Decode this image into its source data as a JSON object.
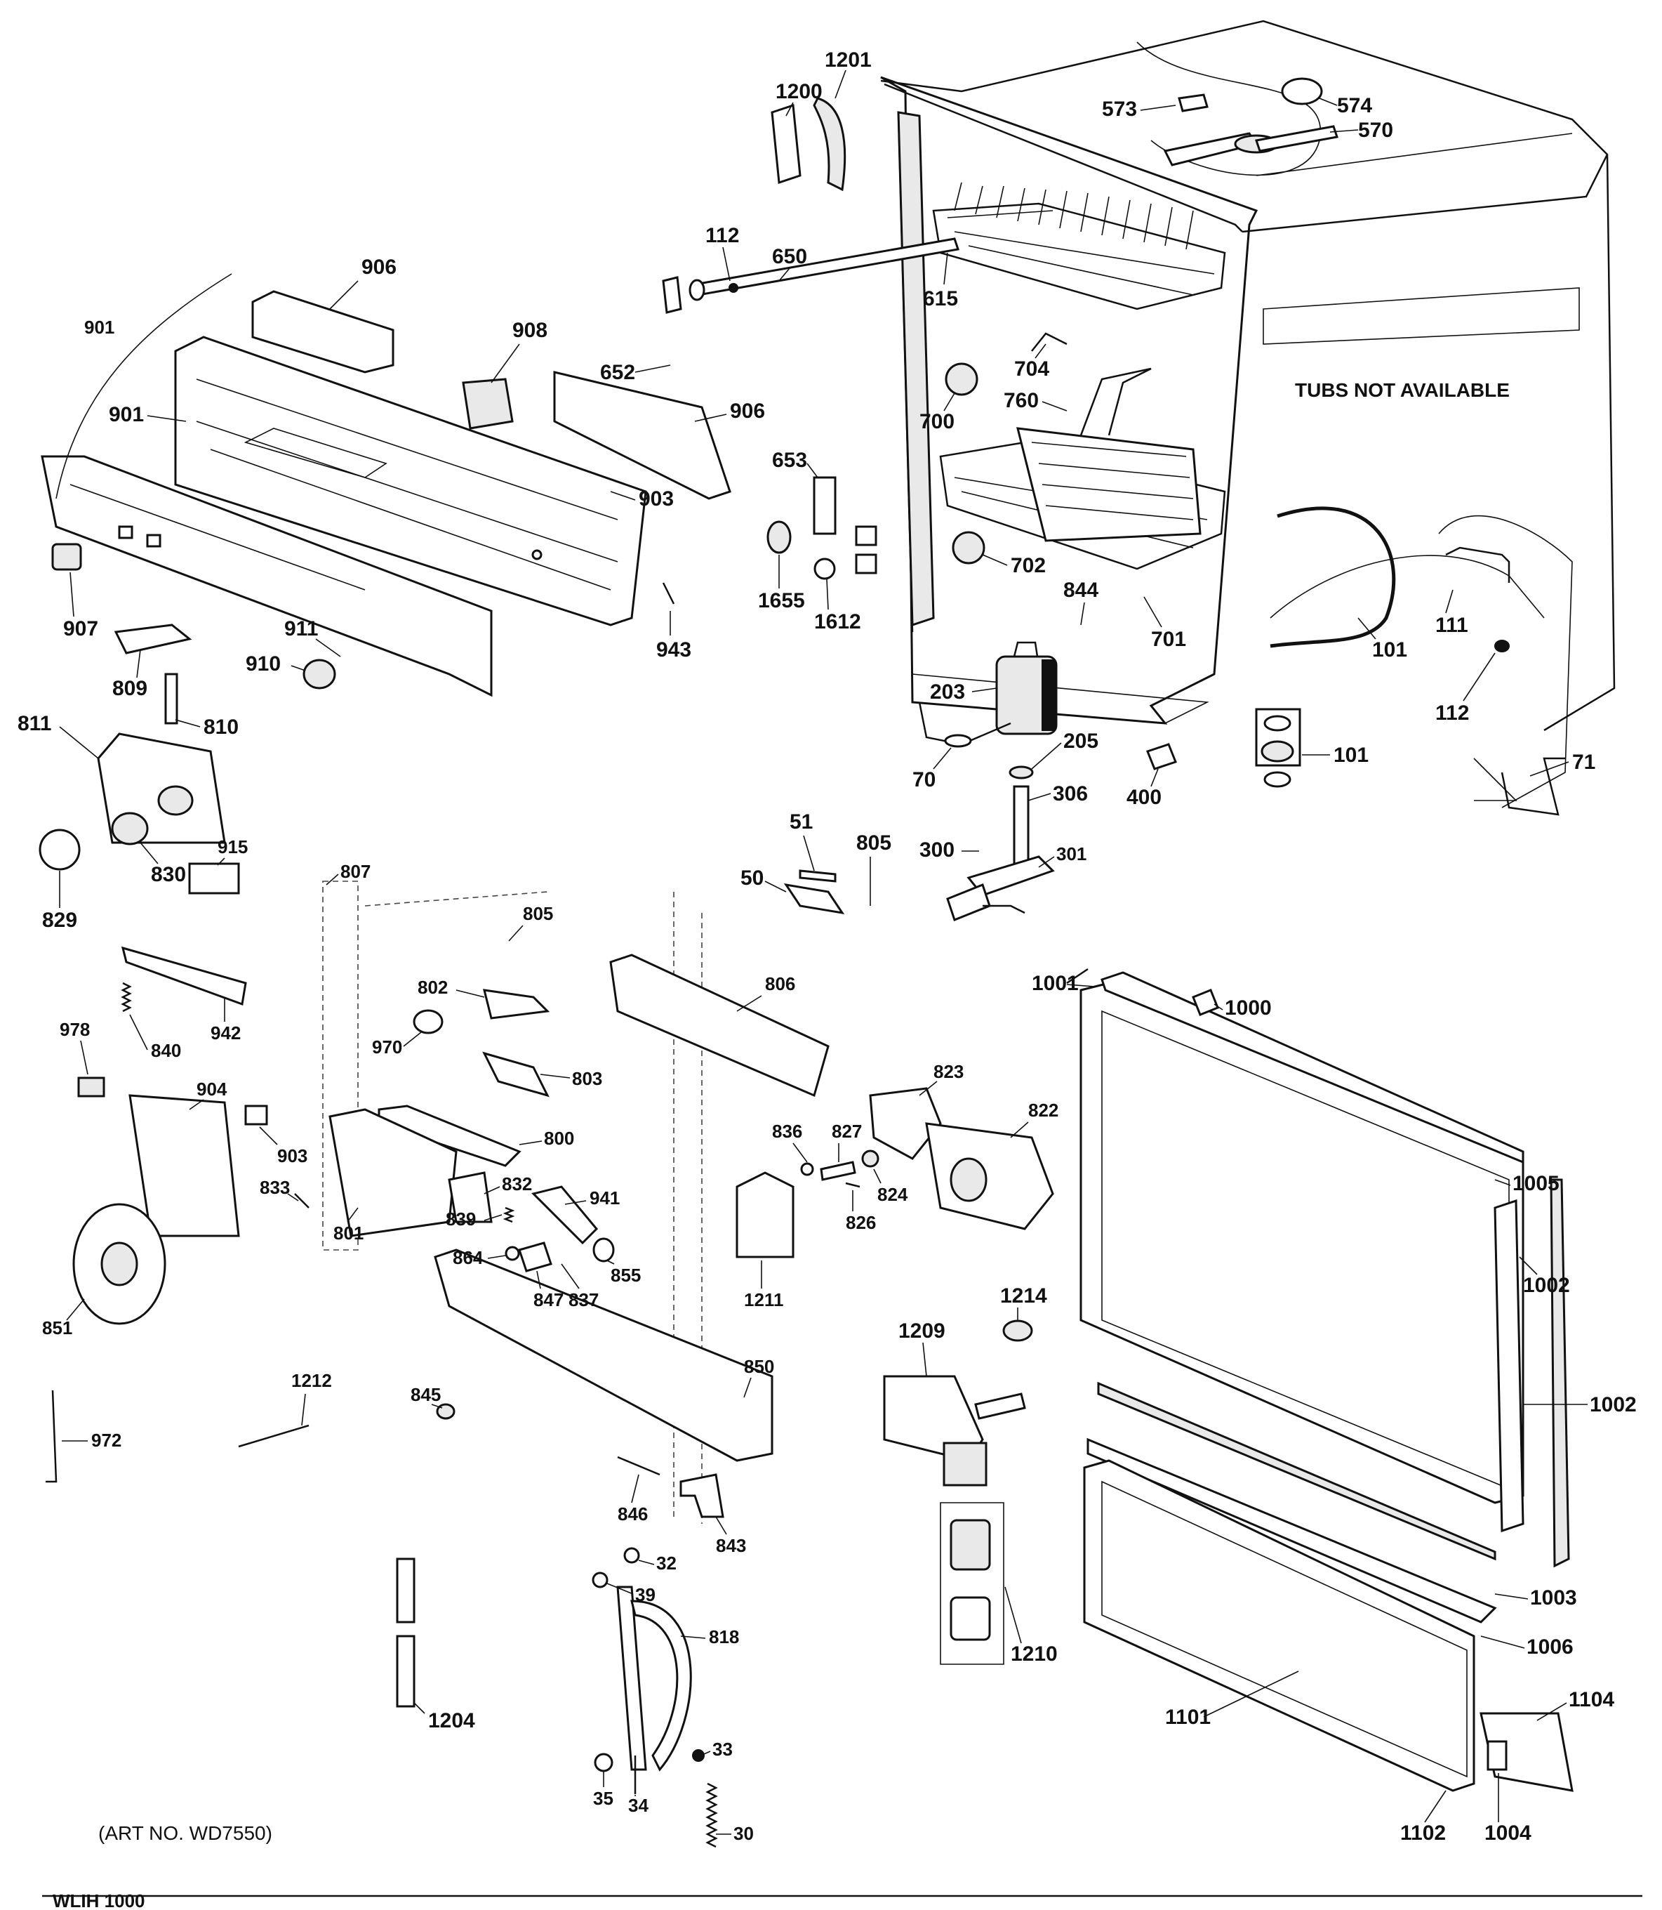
{
  "note": "TUBS NOT AVAILABLE",
  "art_number": "(ART NO. WD7550)",
  "footer_code": "WLIH 1000",
  "part_labels": {
    "p30": "30",
    "p32": "32",
    "p33": "33",
    "p34": "34",
    "p35": "35",
    "p39": "39",
    "p50": "50",
    "p51": "51",
    "p70": "70",
    "p71": "71",
    "p101a": "101",
    "p101b": "101",
    "p111": "111",
    "p112a": "112",
    "p112b": "112",
    "p203": "203",
    "p205": "205",
    "p300": "300",
    "p301": "301",
    "p306": "306",
    "p400": "400",
    "p570": "570",
    "p573": "573",
    "p574": "574",
    "p615": "615",
    "p650": "650",
    "p652": "652",
    "p653": "653",
    "p700": "700",
    "p701": "701",
    "p702": "702",
    "p704": "704",
    "p760": "760",
    "p800": "800",
    "p801": "801",
    "p802": "802",
    "p803": "803",
    "p805a": "805",
    "p805b": "805",
    "p806": "806",
    "p807": "807",
    "p809": "809",
    "p810": "810",
    "p811": "811",
    "p818": "818",
    "p822": "822",
    "p823": "823",
    "p824": "824",
    "p826": "826",
    "p827": "827",
    "p829": "829",
    "p830": "830",
    "p832": "832",
    "p833": "833",
    "p836": "836",
    "p837": "837",
    "p839": "839",
    "p840": "840",
    "p843": "843",
    "p844": "844",
    "p845": "845",
    "p846": "846",
    "p847": "847",
    "p850": "850",
    "p851": "851",
    "p855": "855",
    "p864": "864",
    "p901a": "901",
    "p901b": "901",
    "p903a": "903",
    "p903b": "903",
    "p904": "904",
    "p906a": "906",
    "p906b": "906",
    "p907": "907",
    "p908": "908",
    "p910": "910",
    "p911": "911",
    "p915": "915",
    "p941": "941",
    "p942": "942",
    "p943": "943",
    "p970": "970",
    "p972": "972",
    "p978": "978",
    "p1000": "1000",
    "p1001": "1001",
    "p1002a": "1002",
    "p1002b": "1002",
    "p1003": "1003",
    "p1004": "1004",
    "p1005": "1005",
    "p1006": "1006",
    "p1101": "1101",
    "p1102": "1102",
    "p1104": "1104",
    "p1200": "1200",
    "p1201": "1201",
    "p1204": "1204",
    "p1209": "1209",
    "p1210": "1210",
    "p1211": "1211",
    "p1212": "1212",
    "p1214": "1214",
    "p1612": "1612",
    "p1655": "1655"
  }
}
